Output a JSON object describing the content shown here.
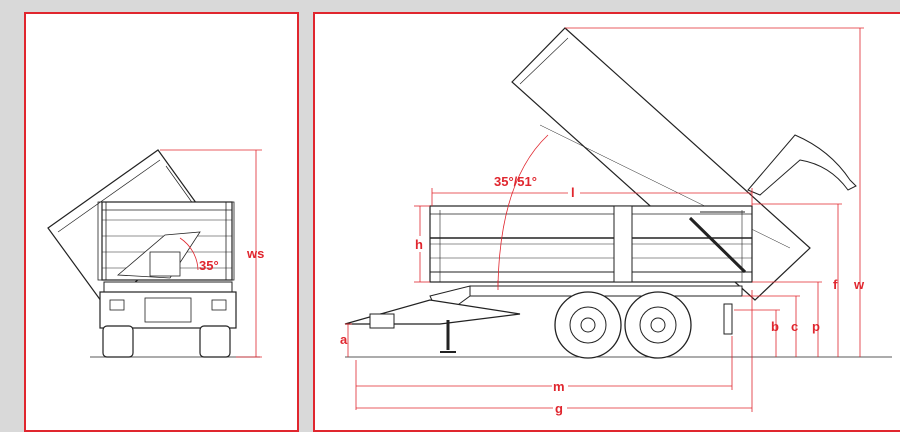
{
  "side_view": {
    "angle_label": "35°/51°",
    "dimensions": {
      "l": "l",
      "h": "h",
      "a": "a",
      "b": "b",
      "c": "c",
      "p": "p",
      "f": "f",
      "w": "w",
      "m": "m",
      "g": "g"
    }
  },
  "rear_view": {
    "angle_label": "35°",
    "height_label": "ws"
  },
  "colors": {
    "accent": "#e0262e",
    "line": "#222222",
    "background": "#d9d9d9"
  }
}
